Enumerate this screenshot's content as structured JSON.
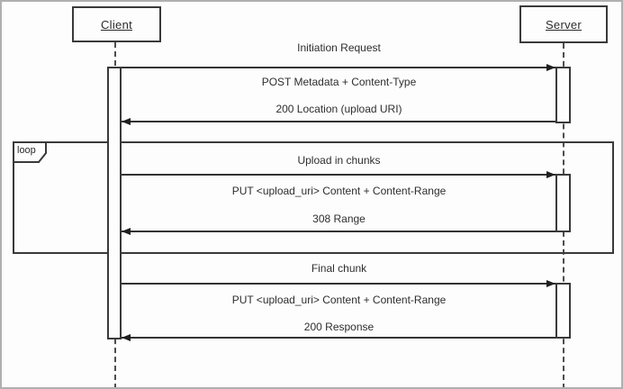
{
  "diagram": {
    "type": "uml-sequence",
    "actors": [
      {
        "label": "Client"
      },
      {
        "label": "Server"
      }
    ],
    "loop_fragment": {
      "label": "loop",
      "contains_section": "Upload in chunks"
    },
    "sections": [
      {
        "title": "Initiation Request",
        "request": "POST Metadata + Content-Type",
        "response": "200 Location (upload URI)"
      },
      {
        "title": "Upload in chunks",
        "request": "PUT <upload_uri> Content + Content-Range",
        "response": "308 Range"
      },
      {
        "title": "Final chunk",
        "request": "PUT <upload_uri> Content + Content-Range",
        "response": "200 Response"
      }
    ],
    "colors": {
      "line": "#333333",
      "text": "#2e2e2e",
      "background": "#fdfdfd",
      "outer_border": "#b0b0b0"
    }
  }
}
